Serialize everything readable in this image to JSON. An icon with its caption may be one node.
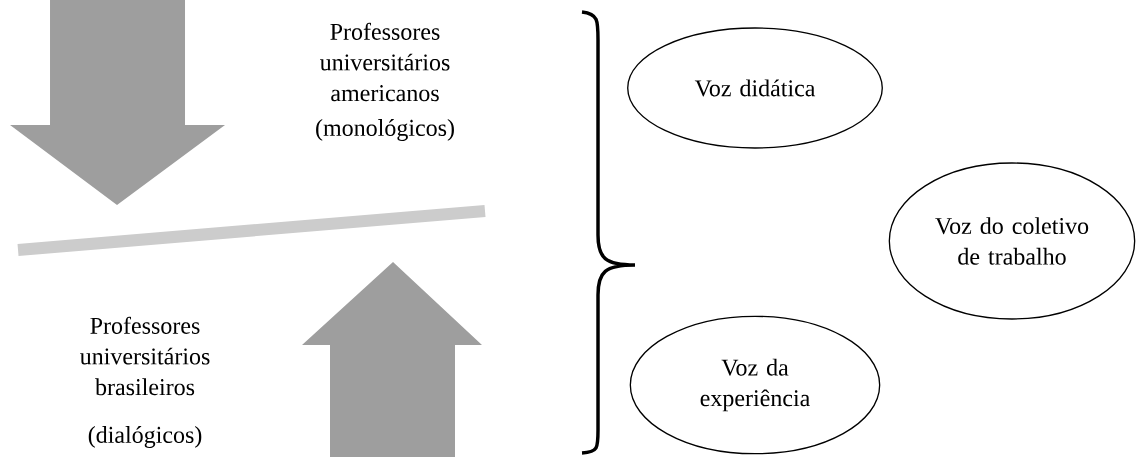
{
  "diagram": {
    "nodes": [
      {
        "text": [
          "Voz didática"
        ]
      },
      {
        "text": [
          "Voz do coletivo de trabalho"
        ]
      },
      {
        "text": [
          "Voz da experiência"
        ]
      }
    ],
    "labels": [
      "Professores universitários americanos",
      "(monológicos)",
      "Professores universitários brasileiros",
      "(dialógicos)"
    ]
  }
}
